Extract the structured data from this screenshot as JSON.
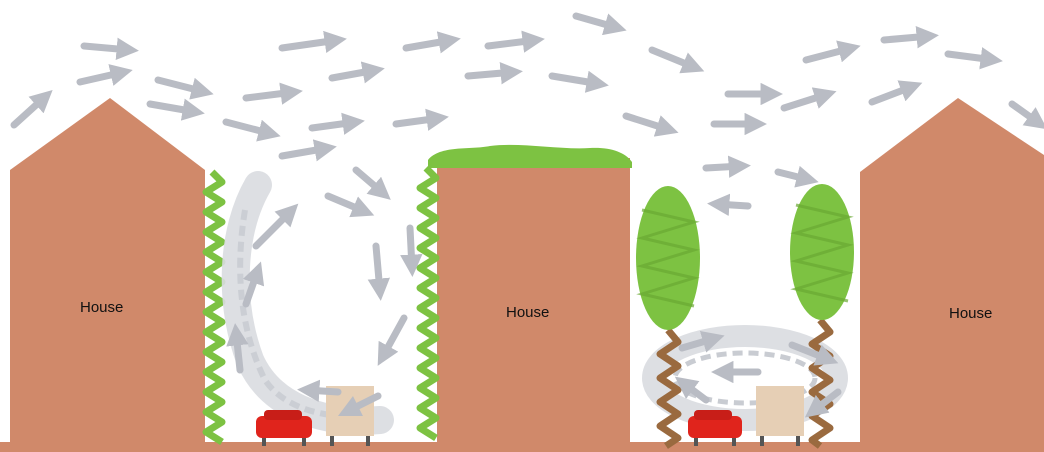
{
  "labels": {
    "house_left": "House",
    "house_middle": "House",
    "house_right": "House"
  },
  "colors": {
    "house": "#d0896a",
    "green": "#7dc242",
    "arrow": "#b9bcc4",
    "swirl": "#c9ccd2",
    "trunk": "#9a6a3f",
    "car": "#e0241c",
    "box": "#e6cfb5"
  },
  "icons": [
    "wind-arrow",
    "house",
    "green-wall",
    "tree",
    "car",
    "parcel-box"
  ]
}
